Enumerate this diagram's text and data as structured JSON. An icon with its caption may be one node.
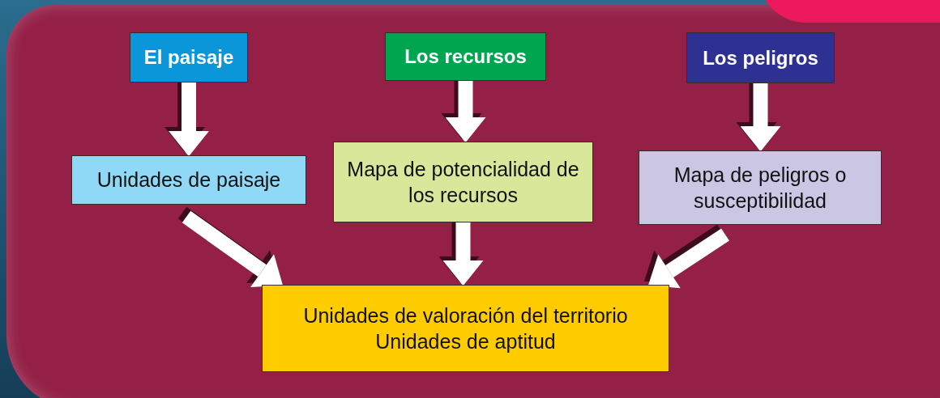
{
  "diagram": {
    "nodes": [
      {
        "text": [
          "El paisaje"
        ]
      },
      {
        "text": [
          "Los recursos"
        ]
      },
      {
        "text": [
          "Los peligros"
        ]
      },
      {
        "text": [
          "Unidades de paisaje"
        ]
      },
      {
        "text": [
          "Mapa de potencialidad de los recursos"
        ]
      },
      {
        "text": [
          "Mapa de peligros o susceptibilidad"
        ]
      },
      {
        "text": [
          "Unidades de valoración del territorio",
          "Unidades de aptitud"
        ]
      }
    ],
    "edges": [
      {
        "from": 0,
        "to": 3,
        "arrow": "to"
      },
      {
        "from": 1,
        "to": 4,
        "arrow": "to"
      },
      {
        "from": 2,
        "to": 5,
        "arrow": "to"
      },
      {
        "from": 3,
        "to": 6,
        "arrow": "to"
      },
      {
        "from": 4,
        "to": 6,
        "arrow": "to"
      },
      {
        "from": 5,
        "to": 6,
        "arrow": "to"
      }
    ]
  }
}
